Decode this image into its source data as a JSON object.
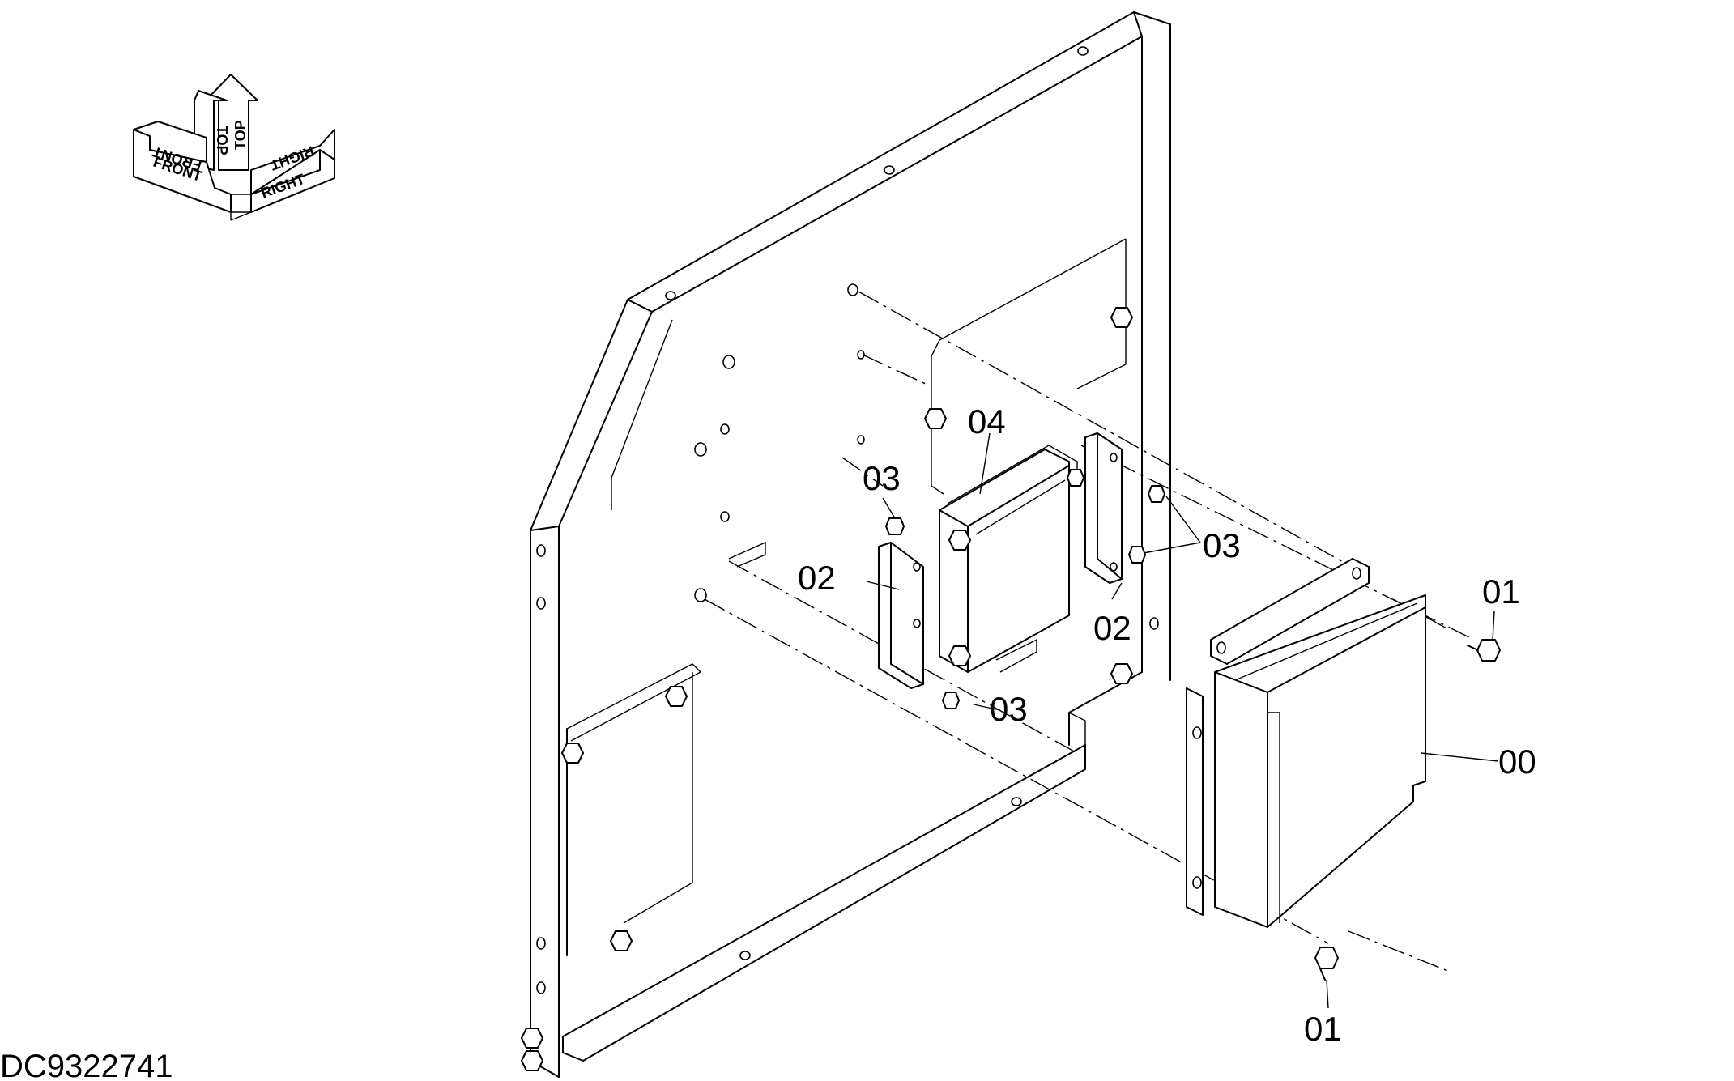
{
  "orientation": {
    "front": "FRONT",
    "top": "TOP",
    "right": "RIGHT"
  },
  "callouts": {
    "c00": "00",
    "c01a": "01",
    "c01b": "01",
    "c02a": "02",
    "c02b": "02",
    "c03a": "03",
    "c03b": "03",
    "c03c": "03",
    "c04": "04"
  },
  "doc_id": "DC9322741"
}
